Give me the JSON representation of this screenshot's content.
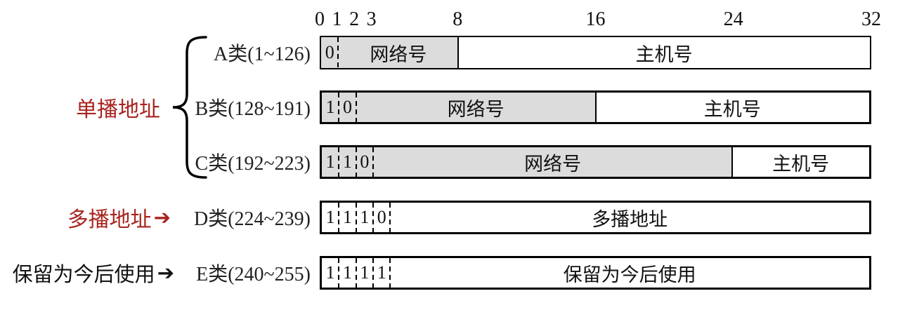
{
  "colors": {
    "accent_red": "#a8241f",
    "shaded_fill": "#dcdcdc",
    "line": "#000000",
    "background": "#ffffff"
  },
  "ruler": {
    "total_bits": 32,
    "labels": [
      {
        "text": "0",
        "bit": 0
      },
      {
        "text": "1",
        "bit": 1
      },
      {
        "text": "2",
        "bit": 2
      },
      {
        "text": "3",
        "bit": 3
      },
      {
        "text": "8",
        "bit": 8
      },
      {
        "text": "16",
        "bit": 16
      },
      {
        "text": "24",
        "bit": 24
      },
      {
        "text": "32",
        "bit": 32
      }
    ]
  },
  "side_labels": {
    "unicast": {
      "text": "单播地址",
      "connector": "brace",
      "targets": "A,B,C"
    },
    "multicast": {
      "text": "多播地址",
      "arrow": "➔",
      "target": "D"
    },
    "reserved": {
      "text": "保留为今后使用",
      "arrow": "➔",
      "target": "E"
    }
  },
  "rows": [
    {
      "id": "A",
      "label": "A类(1~126)",
      "leading_bits": [
        "0"
      ],
      "shaded_to_bit": 8,
      "solid_divider_bits": [
        8
      ],
      "fields": [
        {
          "text": "网络号",
          "from_bit": 1,
          "to_bit": 8
        },
        {
          "text": "主机号",
          "from_bit": 8,
          "to_bit": 32
        }
      ]
    },
    {
      "id": "B",
      "label": "B类(128~191)",
      "leading_bits": [
        "1",
        "0"
      ],
      "shaded_to_bit": 16,
      "solid_divider_bits": [
        16
      ],
      "fields": [
        {
          "text": "网络号",
          "from_bit": 2,
          "to_bit": 16
        },
        {
          "text": "主机号",
          "from_bit": 16,
          "to_bit": 32
        }
      ]
    },
    {
      "id": "C",
      "label": "C类(192~223)",
      "leading_bits": [
        "1",
        "1",
        "0"
      ],
      "shaded_to_bit": 24,
      "solid_divider_bits": [
        24
      ],
      "fields": [
        {
          "text": "网络号",
          "from_bit": 3,
          "to_bit": 24
        },
        {
          "text": "主机号",
          "from_bit": 24,
          "to_bit": 32
        }
      ]
    },
    {
      "id": "D",
      "label": "D类(224~239)",
      "leading_bits": [
        "1",
        "1",
        "1",
        "0"
      ],
      "shaded_to_bit": 0,
      "solid_divider_bits": [],
      "fields": [
        {
          "text": "多播地址",
          "from_bit": 4,
          "to_bit": 32
        }
      ]
    },
    {
      "id": "E",
      "label": "E类(240~255)",
      "leading_bits": [
        "1",
        "1",
        "1",
        "1"
      ],
      "shaded_to_bit": 0,
      "solid_divider_bits": [],
      "fields": [
        {
          "text": "保留为今后使用",
          "from_bit": 4,
          "to_bit": 32
        }
      ]
    }
  ]
}
